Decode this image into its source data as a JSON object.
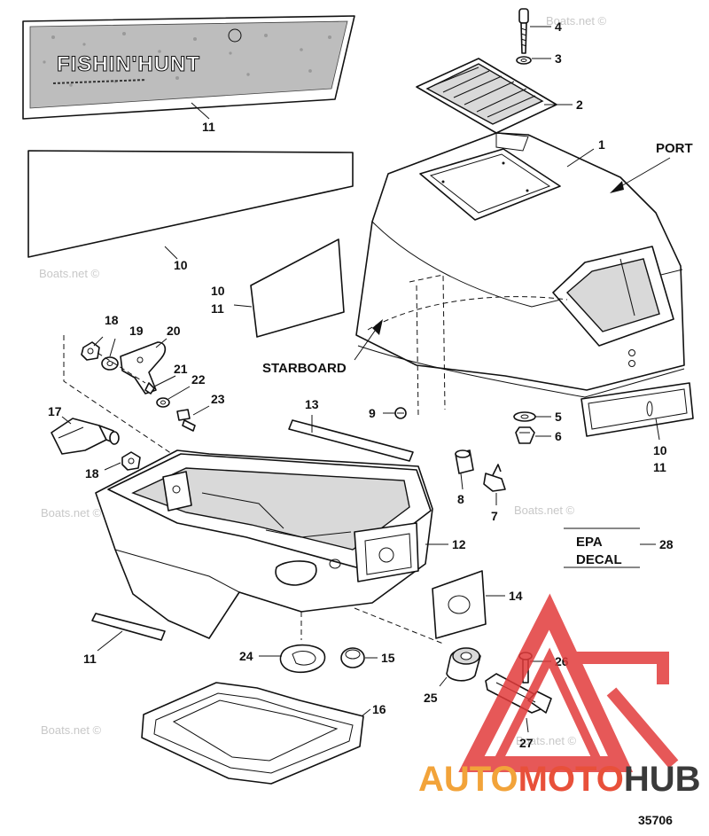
{
  "watermark_text": "Boats.net ©",
  "labels": {
    "port": "PORT",
    "starboard": "STARBOARD",
    "epa_line1": "EPA",
    "epa_line2": "DECAL",
    "drawing_number": "35706"
  },
  "decal_text": {
    "brand": "FISHIN'HUNT"
  },
  "callouts": {
    "c1": "1",
    "c2": "2",
    "c3": "3",
    "c4": "4",
    "c5": "5",
    "c6": "6",
    "c7": "7",
    "c8": "8",
    "c9": "9",
    "c10a": "10",
    "c10b": "10",
    "c11b": "11",
    "c10c": "10",
    "c11c": "11",
    "c11a": "11",
    "c11d": "11",
    "c12": "12",
    "c13": "13",
    "c14": "14",
    "c15": "15",
    "c16": "16",
    "c17": "17",
    "c18a": "18",
    "c18b": "18",
    "c19": "19",
    "c20": "20",
    "c21": "21",
    "c22": "22",
    "c23": "23",
    "c24": "24",
    "c25": "25",
    "c26": "26",
    "c27": "27",
    "c28": "28"
  },
  "logo": {
    "part1": "AUTO",
    "part2": "MOTO",
    "part3": "HUB",
    "color_auto": "#f2a33a",
    "color_moto": "#e8503a",
    "color_hub": "#3a3a3a",
    "triangle_color": "#e23b3b"
  }
}
